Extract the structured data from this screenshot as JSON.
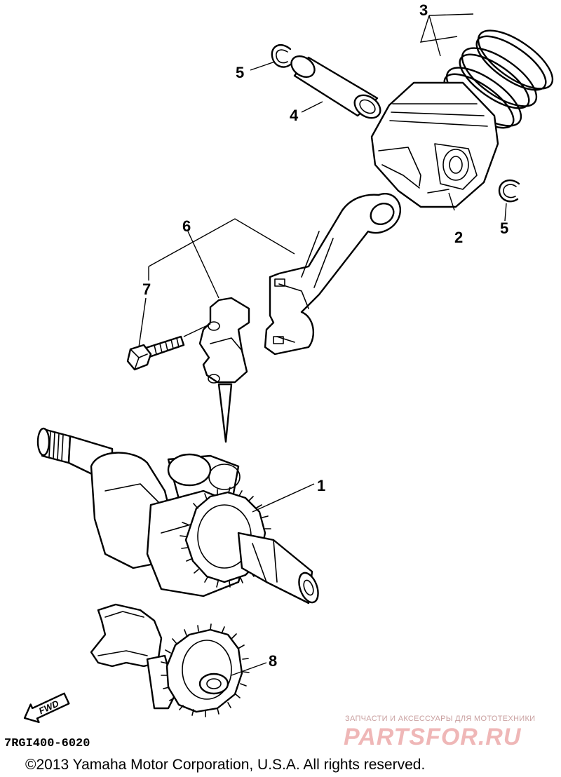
{
  "callouts": {
    "c1": "1",
    "c2": "2",
    "c3": "3",
    "c4": "4",
    "c5a": "5",
    "c5b": "5",
    "c6": "6",
    "c7": "7",
    "c8": "8"
  },
  "diagram_code": "7RGI400-6020",
  "fwd_label": "FWD",
  "watermark": {
    "tagline": "ЗАПЧАСТИ И АКСЕССУАРЫ ДЛЯ МОТОТЕХНИКИ",
    "brand": "PARTSFOR.RU"
  },
  "copyright": "©2013 Yamaha Motor Corporation, U.S.A. All rights reserved."
}
